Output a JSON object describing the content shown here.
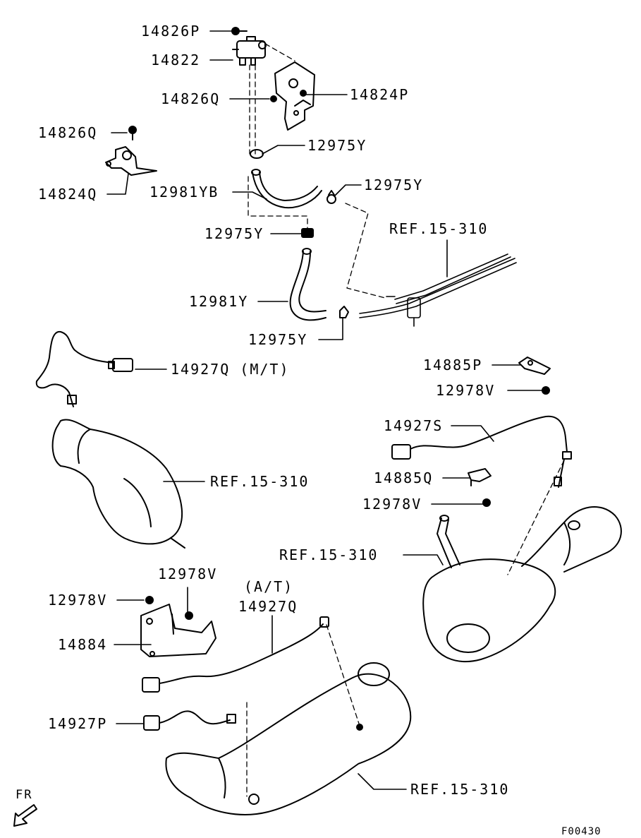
{
  "diagram": {
    "labels": {
      "p14826P": "14826P",
      "p14822": "14822",
      "p14826Q_a": "14826Q",
      "p14824P": "14824P",
      "p14826Q_b": "14826Q",
      "p12975Y_a": "12975Y",
      "p14824Q": "14824Q",
      "p12981YB": "12981YB",
      "p12975Y_b": "12975Y",
      "ref_a": "REF.15-310",
      "p12975Y_c": "12975Y",
      "p12981Y": "12981Y",
      "p12975Y_d": "12975Y",
      "p14927Q_mt": "14927Q (M/T)",
      "p14885P": "14885P",
      "p12978V_a": "12978V",
      "ref_b": "REF.15-310",
      "p14927S": "14927S",
      "p14885Q": "14885Q",
      "p12978V_b": "12978V",
      "ref_c": "REF.15-310",
      "p12978V_c": "12978V",
      "at_note": "(A/T)",
      "p12978V_d": "12978V",
      "p14927Q_at": "14927Q",
      "p14884": "14884",
      "p14927P": "14927P",
      "ref_d": "REF.15-310",
      "fr": "FR",
      "figure_code": "F00430"
    }
  }
}
